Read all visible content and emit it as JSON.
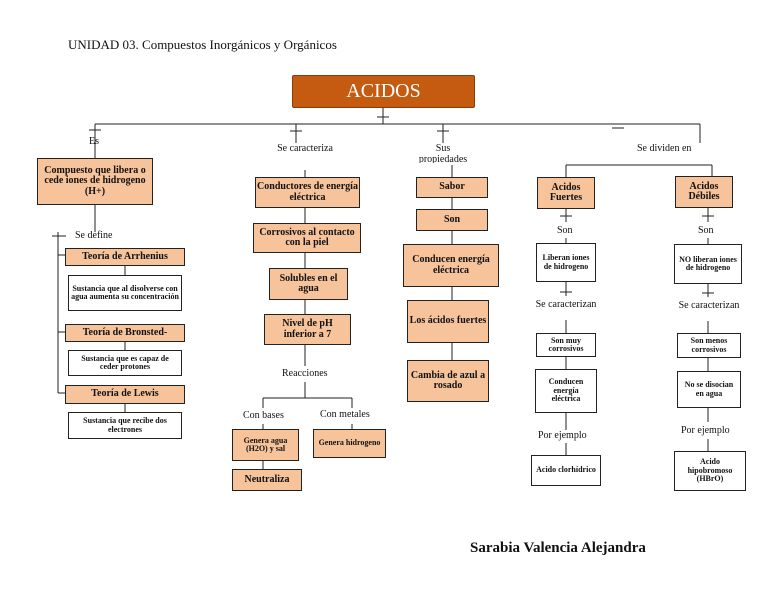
{
  "header": "UNIDAD  03. Compuestos Inorgánicos y Orgánicos",
  "title": "ACIDOS",
  "author": "Sarabia Valencia Alejandra",
  "colors": {
    "title_bg": "#c55a11",
    "box_fill": "#f6c39b"
  },
  "branches": {
    "es": {
      "label": "Es",
      "box": "Compuesto que libera o cede iones de hidrogeno (H+)",
      "define_label": "Se define",
      "theories": [
        {
          "name": "Teoría de Arrhenius",
          "desc": "Sustancia que al disolverse con agua aumenta su concentración"
        },
        {
          "name": "Teoría de Bronsted-",
          "desc": "Sustancia que es capaz de ceder protones"
        },
        {
          "name": "Teoría de Lewis",
          "desc": "Sustancia que recibe dos electrones"
        }
      ]
    },
    "caracteriza": {
      "label": "Se caracteriza",
      "items": [
        "Conductores de energía eléctrica",
        "Corrosivos al contacto con la piel",
        "Solubles en el agua",
        "Nivel de pH inferior a 7"
      ],
      "reacciones_label": "Reacciones",
      "bases_label": "Con bases",
      "metales_label": "Con metales",
      "bases_box": "Genera agua (H2O) y sal",
      "neutraliza": "Neutraliza",
      "metales_box": "Genera hidrogeno"
    },
    "propiedades": {
      "label": "Sus propiedades",
      "items": [
        "Sabor",
        "Son",
        "Conducen energía eléctrica",
        "Los ácidos fuertes",
        "Cambia de azul a rosado"
      ]
    },
    "dividen": {
      "label": "Se dividen en",
      "fuertes": {
        "name": "Acidos Fuertes",
        "son_label": "Son",
        "son_box": "Liberan iones de hidrogeno",
        "carac_label": "Se caracterizan",
        "carac_boxes": [
          "Son muy corrosivos",
          "Conducen energía eléctrica"
        ],
        "ejemplo_label": "Por ejemplo",
        "ejemplo_box": "Acido clorhídrico"
      },
      "debiles": {
        "name": "Acidos Débiles",
        "son_label": "Son",
        "son_box": "NO liberan iones de hidrogeno",
        "carac_label": "Se caracterizan",
        "carac_boxes": [
          "Son menos corrosivos",
          "No se disocian en agua"
        ],
        "ejemplo_label": "Por ejemplo",
        "ejemplo_box": "Acido hipobromoso (HBrO)"
      }
    }
  }
}
